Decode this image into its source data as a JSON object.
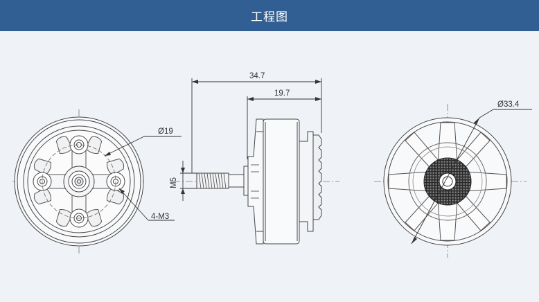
{
  "header": {
    "title": "工程图"
  },
  "dimensions": {
    "overall_length": "34.7",
    "body_length": "19.7",
    "mount_circle": "Ø19",
    "mount_screws": "4-M3",
    "shaft_thread": "M5",
    "bell_diameter": "Ø33.4"
  },
  "colors": {
    "header_bg": "#325f93",
    "page_bg": "#eff2f6",
    "line": "#444444"
  }
}
